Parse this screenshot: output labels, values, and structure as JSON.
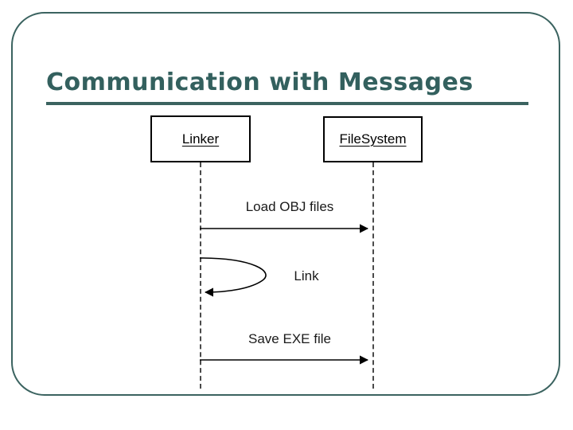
{
  "slide": {
    "title": "Communication with Messages",
    "accent_color": "#33605e",
    "frame_color": "#3b6360",
    "background_color": "#ffffff"
  },
  "diagram": {
    "type": "uml-sequence-diagram",
    "line_color": "#000000",
    "lifeline_color": "#4a4a4a",
    "objects": [
      {
        "name": "Linker",
        "label": "Linker"
      },
      {
        "name": "FileSystem",
        "label": "FileSystem"
      }
    ],
    "messages": [
      {
        "label": "Load OBJ files",
        "from": "Linker",
        "to": "FileSystem",
        "kind": "call",
        "direction": "right"
      },
      {
        "label": "Link",
        "from": "Linker",
        "to": "Linker",
        "kind": "self-call",
        "direction": "loop"
      },
      {
        "label": "Save EXE file",
        "from": "Linker",
        "to": "FileSystem",
        "kind": "call",
        "direction": "right"
      }
    ]
  }
}
